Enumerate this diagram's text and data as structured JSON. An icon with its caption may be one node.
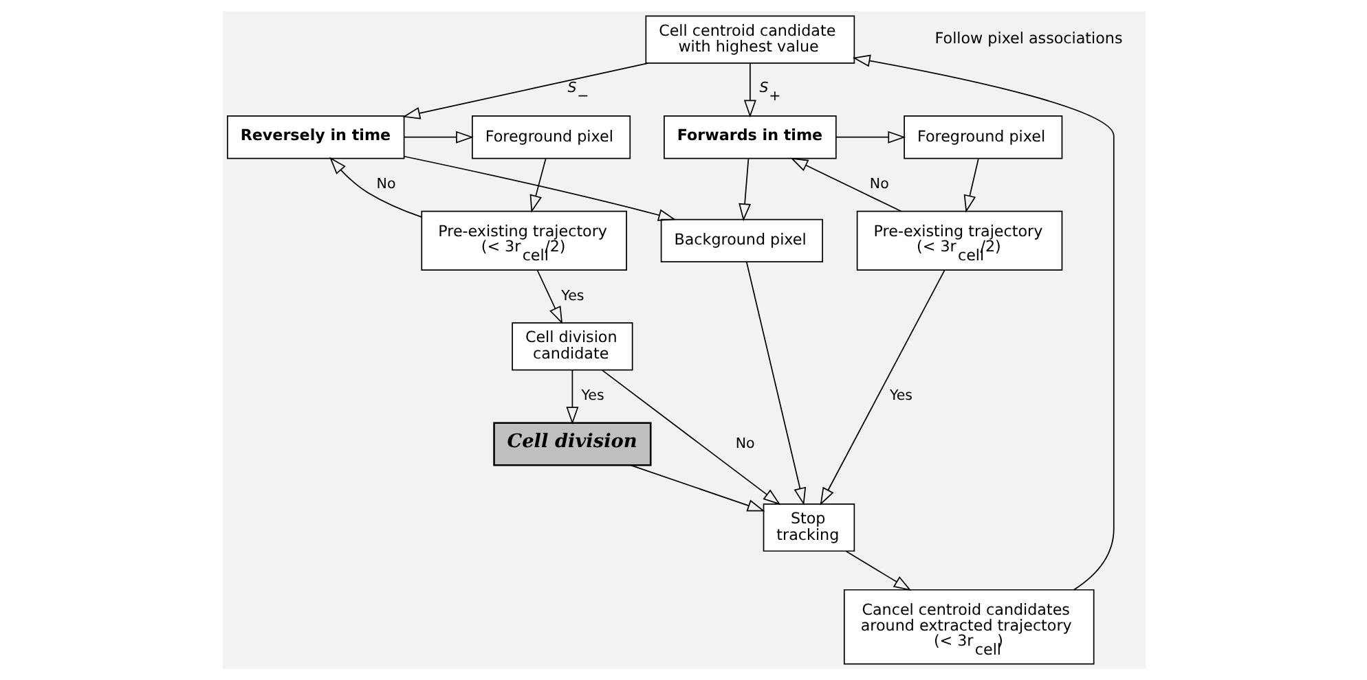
{
  "diagram": {
    "nodes": [
      {
        "text": [
          "Cell centroid candidate with highest value"
        ]
      },
      {
        "text": [
          "Reversely in time"
        ]
      },
      {
        "text": [
          "Forwards in time"
        ]
      },
      {
        "text": [
          "Foreground pixel"
        ]
      },
      {
        "text": [
          "Foreground pixel"
        ]
      },
      {
        "text": [
          "Background pixel"
        ]
      },
      {
        "text": [
          "Pre-existing trajectory (< 3r$_{cell}$/2)"
        ]
      },
      {
        "text": [
          "Pre-existing trajectory (< 3r$_{cell}$/2)"
        ]
      },
      {
        "text": [
          "Cell division candidate"
        ]
      },
      {
        "text": [
          "Cell division"
        ]
      },
      {
        "text": [
          "Stop tracking"
        ]
      },
      {
        "text": [
          "Cancel centroid candidates around extracted trajectory (< 3r$_{cell}$)"
        ]
      }
    ],
    "edges": [
      {
        "from": 0,
        "to": 1,
        "arrow": "to",
        "label": "*S*$_{−}$"
      },
      {
        "from": 0,
        "to": 2,
        "arrow": "to",
        "label": "*S*$_{+}$"
      },
      {
        "from": 1,
        "to": 3,
        "arrow": "to"
      },
      {
        "from": 1,
        "to": 5,
        "arrow": "to"
      },
      {
        "from": 2,
        "to": 5,
        "arrow": "to"
      },
      {
        "from": 2,
        "to": 4,
        "arrow": "to"
      },
      {
        "from": 3,
        "to": 6,
        "arrow": "to"
      },
      {
        "from": 4,
        "to": 7,
        "arrow": "to"
      },
      {
        "from": 6,
        "to": 1,
        "arrow": "to",
        "label": "No"
      },
      {
        "from": 7,
        "to": 2,
        "arrow": "to",
        "label": "No"
      },
      {
        "from": 6,
        "to": 8,
        "arrow": "to",
        "label": "Yes"
      },
      {
        "from": 8,
        "to": 9,
        "arrow": "to",
        "label": "Yes"
      },
      {
        "from": 8,
        "to": 10,
        "arrow": "to",
        "label": "No"
      },
      {
        "from": 5,
        "to": 10,
        "arrow": "to"
      },
      {
        "from": 7,
        "to": 10,
        "arrow": "to",
        "label": "Yes"
      },
      {
        "from": 9,
        "to": 10,
        "arrow": "to"
      },
      {
        "from": 10,
        "to": 11,
        "arrow": "to"
      },
      {
        "from": 11,
        "to": 0,
        "arrow": "to"
      }
    ],
    "labels": [
      "Follow pixel associations"
    ]
  }
}
